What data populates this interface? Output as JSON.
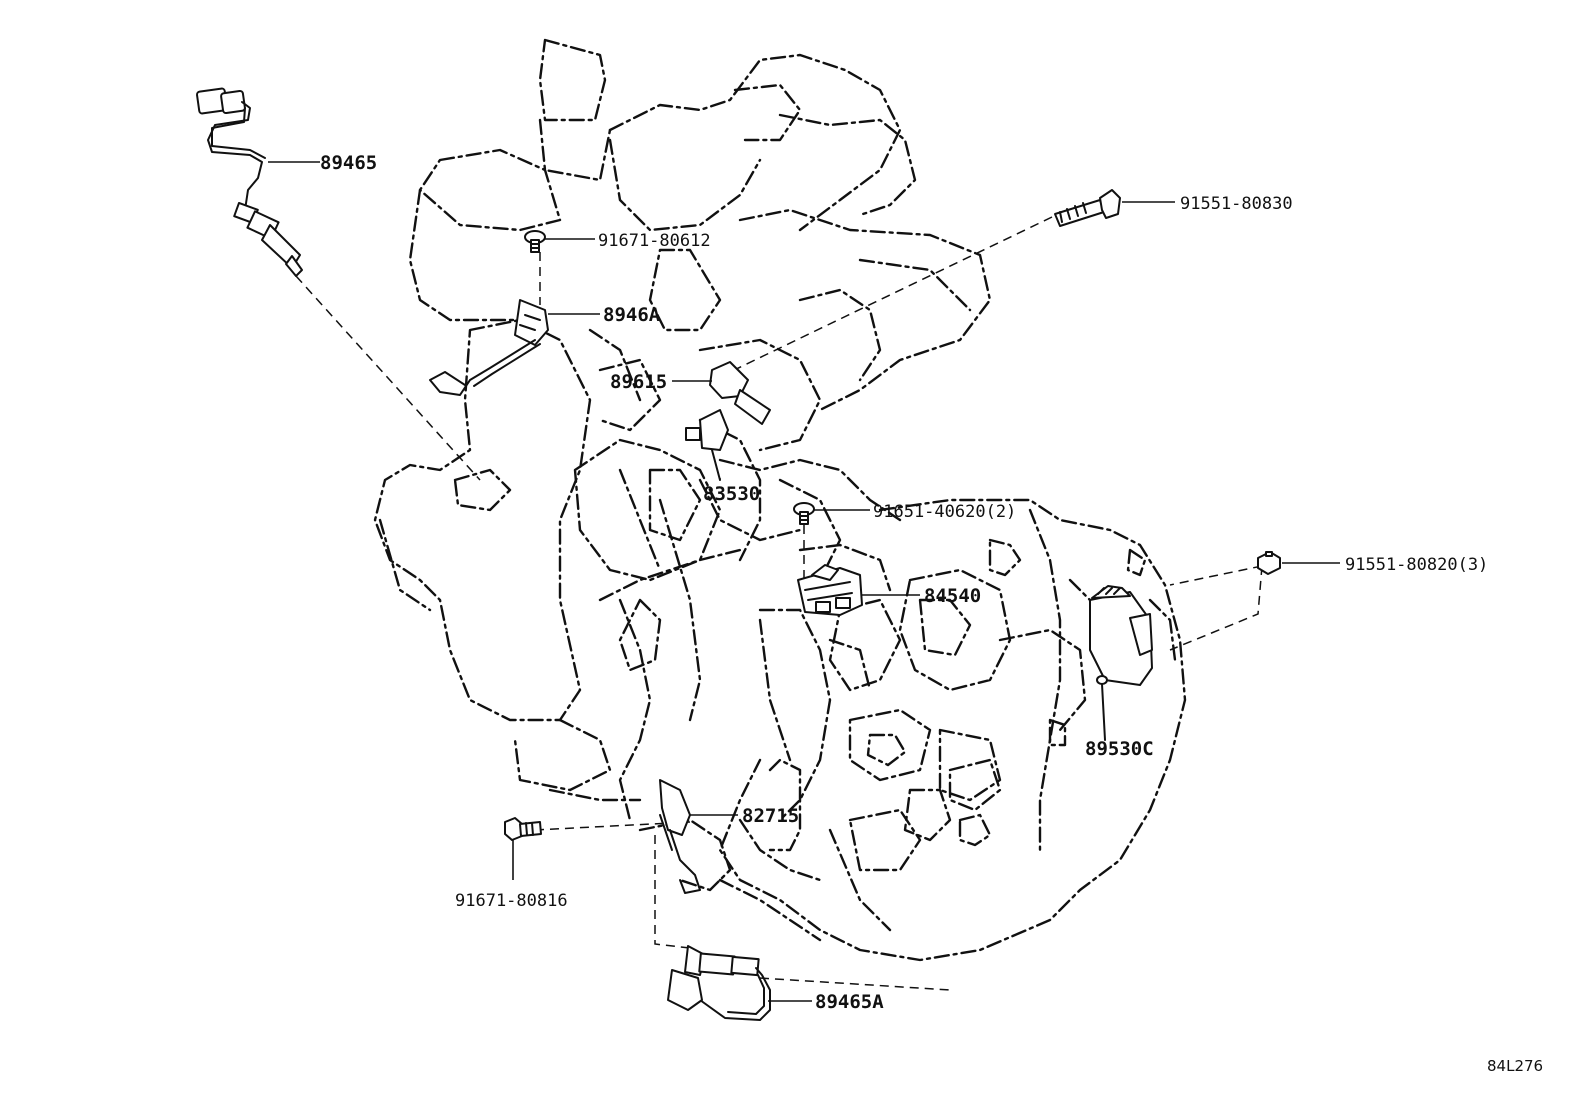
{
  "diagram_code": "84L276",
  "labels": {
    "p89465": "89465",
    "p91551_80830": "91551-80830",
    "p91671_80612": "91671-80612",
    "p8946A": "8946A",
    "p89615": "89615",
    "p83530": "83530",
    "p91651_40620": "91651-40620(2)",
    "p91551_80820": "91551-80820(3)",
    "p84540": "84540",
    "p89530C": "89530C",
    "p82715": "82715",
    "p91671_80816": "91671-80816",
    "p89465A": "89465A"
  }
}
